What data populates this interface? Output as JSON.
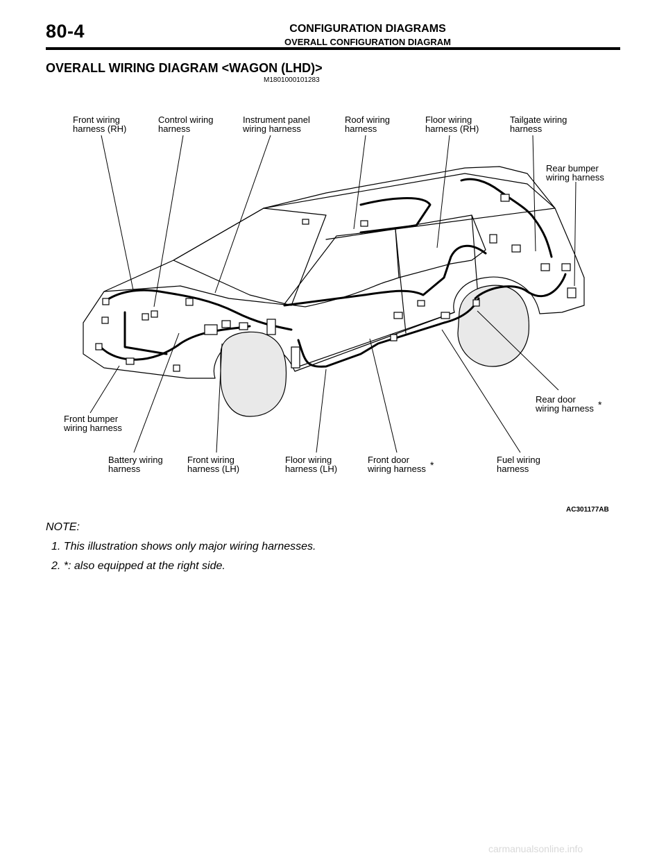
{
  "header": {
    "page_number": "80-4",
    "title": "CONFIGURATION DIAGRAMS",
    "subtitle": "OVERALL CONFIGURATION DIAGRAM"
  },
  "section": {
    "title": "OVERALL WIRING DIAGRAM <WAGON (LHD)>",
    "code": "M1801000101283"
  },
  "diagram": {
    "callouts": {
      "front_rh": [
        "Front wiring",
        "harness (RH)"
      ],
      "control": [
        "Control wiring",
        "harness"
      ],
      "instrument_panel": [
        "Instrument panel",
        "wiring harness"
      ],
      "roof": [
        "Roof wiring",
        "harness"
      ],
      "floor_rh": [
        "Floor wiring",
        "harness (RH)"
      ],
      "tailgate": [
        "Tailgate wiring",
        "harness"
      ],
      "rear_bumper": [
        "Rear bumper",
        "wiring harness"
      ],
      "rear_door": [
        "Rear door",
        "wiring harness"
      ],
      "front_bumper": [
        "Front bumper",
        "wiring harness"
      ],
      "battery": [
        "Battery wiring",
        "harness"
      ],
      "front_lh": [
        "Front wiring",
        "harness (LH)"
      ],
      "floor_lh": [
        "Floor wiring",
        "harness (LH)"
      ],
      "front_door": [
        "Front door",
        "wiring harness"
      ],
      "fuel": [
        "Fuel wiring",
        "harness"
      ]
    },
    "asterisk": "*",
    "figure_code": "AC301177AB"
  },
  "note": {
    "heading": "NOTE:",
    "items": [
      "1.  This illustration shows only major wiring harnesses.",
      "2.  *: also equipped at the right side."
    ]
  },
  "watermark": "carmanualsonline.info",
  "colors": {
    "ink": "#000000",
    "body_shade": "#e9e9e9",
    "watermark": "#d9d9d9"
  }
}
